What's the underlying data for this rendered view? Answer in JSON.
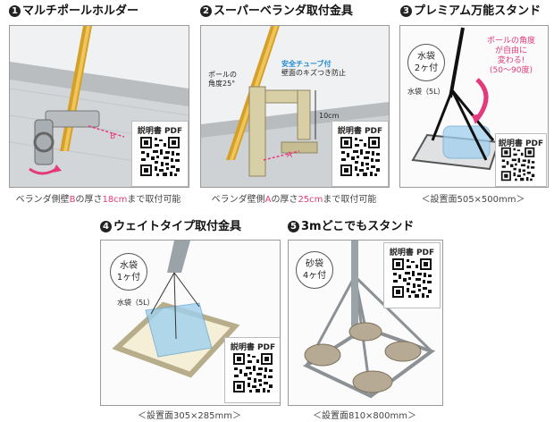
{
  "products": [
    {
      "num": "1",
      "title": "マルチポールホルダー",
      "caption_before": "ベランダ側壁",
      "caption_letter": "B",
      "caption_mid": "の厚さ",
      "caption_value": "18cm",
      "caption_after": "まで取付可能",
      "dim_label": "B",
      "qr_label": "説明書 PDF"
    },
    {
      "num": "2",
      "title": "スーパーベランダ取付金具",
      "caption_before": "ベランダ壁側",
      "caption_letter": "A",
      "caption_mid": "の厚さ",
      "caption_value": "25cm",
      "caption_after": "まで取付可能",
      "dim_label": "A",
      "angle_note_1": "ポールの",
      "angle_note_2": "角度25°",
      "tube_note": "安全チューブ付",
      "tube_sub": "壁面のキズつき防止",
      "height_note": "10cm",
      "qr_label": "説明書 PDF"
    },
    {
      "num": "3",
      "title": "プレミアム万能スタンド",
      "badge_line1": "水袋",
      "badge_line2": "2ヶ付",
      "bag_note": "水袋（5L）",
      "angle_text_1": "ポールの角度",
      "angle_text_2": "が自由に",
      "angle_text_3": "変わる!",
      "angle_text_4": "(50〜90度)",
      "caption": "＜設置面505×500mm＞",
      "qr_label": "説明書 PDF"
    },
    {
      "num": "4",
      "title": "ウェイトタイプ取付金具",
      "badge_line1": "水袋",
      "badge_line2": "1ヶ付",
      "bag_note": "水袋（5L）",
      "caption": "＜設置面305×285mm＞",
      "qr_label": "説明書 PDF"
    },
    {
      "num": "5",
      "title": "3mどこでもスタンド",
      "badge_line1": "砂袋",
      "badge_line2": "4ヶ付",
      "caption": "＜設置面810×800mm＞",
      "qr_label": "説明書 PDF"
    }
  ],
  "colors": {
    "accent_pink": "#e43a7b",
    "pole_gold": "#d4a02a",
    "bracket_beige": "#d9cfa6",
    "water_blue": "#9fd0ee"
  }
}
